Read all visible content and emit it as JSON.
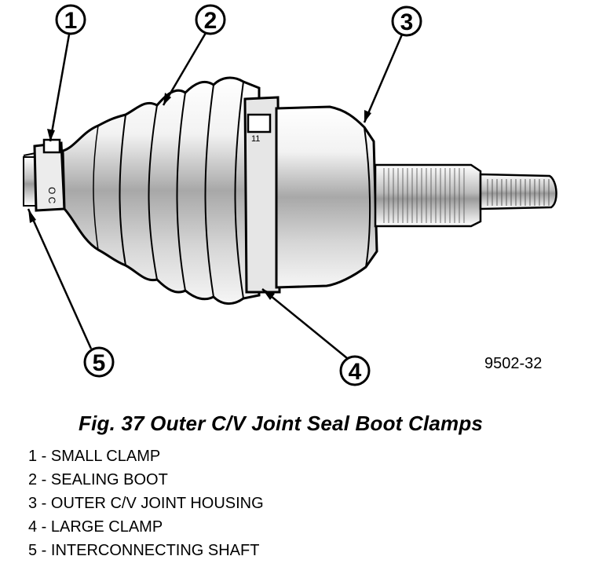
{
  "figure": {
    "callouts": [
      {
        "number": "1"
      },
      {
        "number": "2"
      },
      {
        "number": "3"
      },
      {
        "number": "4"
      },
      {
        "number": "5"
      }
    ],
    "clamp_marks": [
      "O C",
      "11"
    ],
    "ref_code": "9502-32"
  },
  "caption": "Fig. 37 Outer C/V Joint Seal Boot Clamps",
  "legend": [
    {
      "text": "1 - SMALL CLAMP"
    },
    {
      "text": "2 - SEALING BOOT"
    },
    {
      "text": "3 - OUTER C/V JOINT HOUSING"
    },
    {
      "text": "4 - LARGE CLAMP"
    },
    {
      "text": "5 - INTERCONNECTING SHAFT"
    }
  ]
}
